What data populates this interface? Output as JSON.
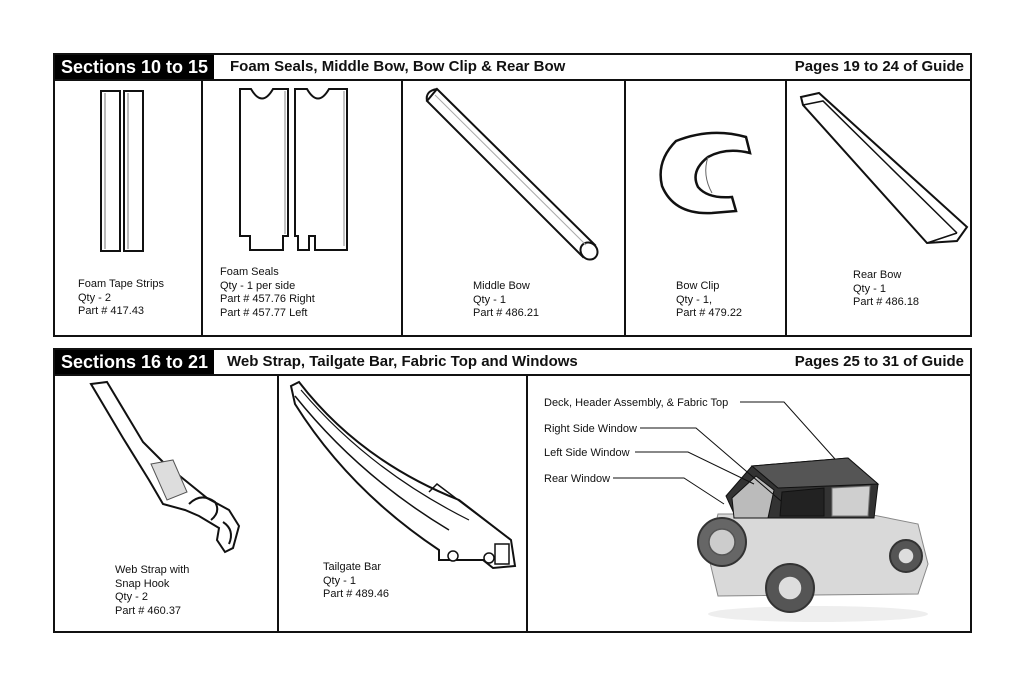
{
  "top_section": {
    "sections_label": "Sections 10 to 15",
    "title": "Foam Seals, Middle Bow, Bow Clip & Rear Bow",
    "pages": "Pages 19 to 24 of Guide",
    "parts": [
      {
        "name": "Foam Tape Strips",
        "qty": "Qty - 2",
        "part": "Part # 417.43"
      },
      {
        "name": "Foam Seals",
        "qty": "Qty - 1 per side",
        "part": "Part # 457.76  Right",
        "part2": "Part # 457.77  Left"
      },
      {
        "name": "Middle Bow",
        "qty": "Qty - 1",
        "part": "Part # 486.21"
      },
      {
        "name": "Bow Clip",
        "qty": "Qty - 1,",
        "part": "Part # 479.22"
      },
      {
        "name": "Rear Bow",
        "qty": "Qty - 1",
        "part": "Part # 486.18"
      }
    ]
  },
  "bottom_section": {
    "sections_label": "Sections 16 to 21",
    "title": "Web Strap, Tailgate Bar, Fabric Top and Windows",
    "pages": "Pages 25 to 31 of Guide",
    "parts": [
      {
        "name": "Web Strap with",
        "name2": "Snap Hook",
        "qty": "Qty - 2",
        "part": "Part # 460.37"
      },
      {
        "name": "Tailgate Bar",
        "qty": "Qty - 1",
        "part": "Part # 489.46"
      }
    ],
    "callouts": [
      "Deck, Header Assembly, & Fabric Top",
      "Right Side Window",
      "Left Side Window",
      "Rear Window"
    ]
  }
}
